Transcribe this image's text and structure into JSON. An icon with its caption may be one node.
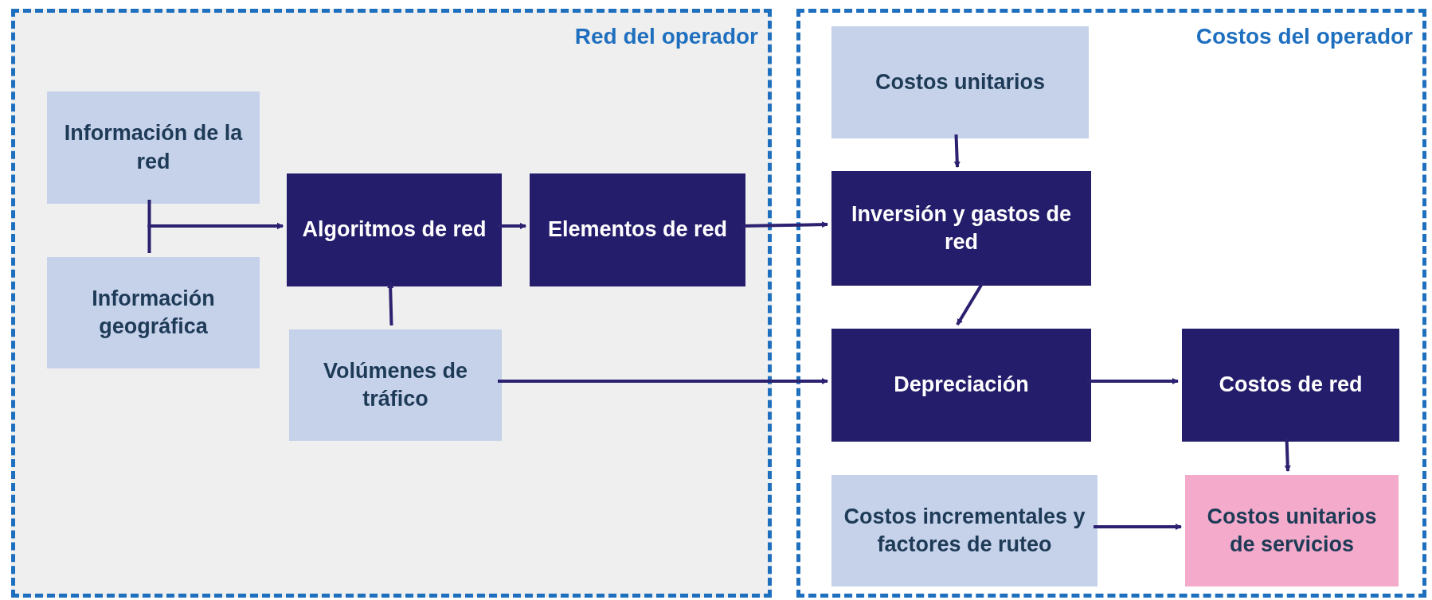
{
  "diagram": {
    "nodes": [
      {
        "text": [
          "Red del operador"
        ]
      },
      {
        "text": [
          "Costos del operador"
        ]
      },
      {
        "text": [
          "Información de la red"
        ],
        "in": 0
      },
      {
        "text": [
          "Información geográfica"
        ],
        "in": 0
      },
      {
        "text": [
          "Algoritmos de red"
        ],
        "in": 0
      },
      {
        "text": [
          "Elementos de red"
        ],
        "in": 0
      },
      {
        "text": [
          "Volúmenes de tráfico"
        ],
        "in": 0
      },
      {
        "text": [
          "Costos unitarios"
        ],
        "in": 1
      },
      {
        "text": [
          "Inversión y gastos de red"
        ],
        "in": 1
      },
      {
        "text": [
          "Depreciación"
        ],
        "in": 1
      },
      {
        "text": [
          "Costos de red"
        ],
        "in": 1
      },
      {
        "text": [
          "Costos incrementales y factores de ruteo"
        ],
        "in": 1
      },
      {
        "text": [
          "Costos unitarios de servicios"
        ],
        "in": 1
      }
    ],
    "edges": [
      {
        "from": 2,
        "to": 4,
        "arrow": "to"
      },
      {
        "from": 3,
        "to": 4,
        "arrow": "to"
      },
      {
        "from": 6,
        "to": 4,
        "arrow": "to"
      },
      {
        "from": 4,
        "to": 5,
        "arrow": "to"
      },
      {
        "from": 5,
        "to": 8,
        "arrow": "to"
      },
      {
        "from": 7,
        "to": 8,
        "arrow": "to"
      },
      {
        "from": 8,
        "to": 9,
        "arrow": "to"
      },
      {
        "from": 6,
        "to": 9,
        "arrow": "to"
      },
      {
        "from": 9,
        "to": 10,
        "arrow": "to"
      },
      {
        "from": 10,
        "to": 12,
        "arrow": "to"
      },
      {
        "from": 11,
        "to": 12,
        "arrow": "to"
      }
    ]
  }
}
